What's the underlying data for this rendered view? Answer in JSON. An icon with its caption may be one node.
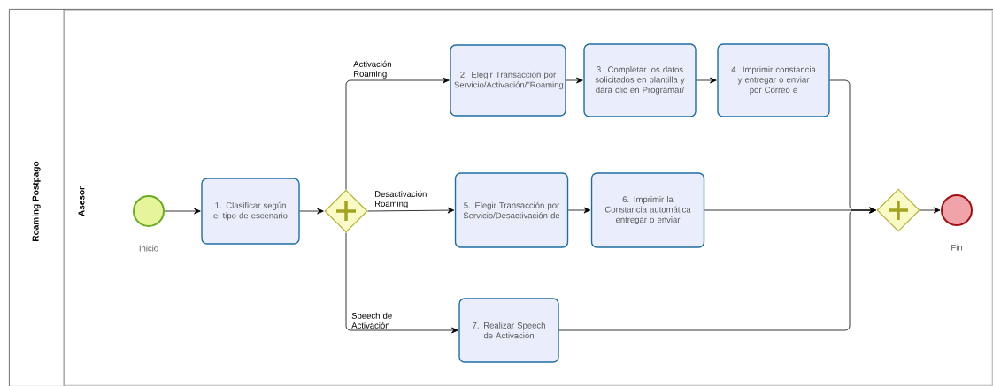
{
  "diagram": {
    "nodes": [
      {
        "text": [
          "Roaming Postpago"
        ]
      },
      {
        "text": [
          "Asesor"
        ],
        "in": 0
      },
      {
        "text": [],
        "shape": "circle",
        "beside": [
          "Inicio"
        ],
        "in": 1
      },
      {
        "text": [
          "1. Clasificar según el tipo de escenario"
        ],
        "in": 1
      },
      {
        "text": [],
        "shape": "diamond",
        "in": 1
      },
      {
        "text": [
          "2. Elegir Transacción por Servicio/Activación/\"Roaming"
        ],
        "in": 1
      },
      {
        "text": [
          "3. Completar los datos solicitados en plantilla y dara clic en Programar/"
        ],
        "in": 1
      },
      {
        "text": [
          "4. Imprimir constancia y entregar o enviar por Correo e"
        ],
        "in": 1
      },
      {
        "text": [
          "5. Elegir Transacción por Servicio/Desactivación de"
        ],
        "in": 1
      },
      {
        "text": [
          "6. Imprimir la Constancia automática entregar o enviar"
        ],
        "in": 1
      },
      {
        "text": [
          "7. Realizar Speech de Activación"
        ],
        "in": 1
      },
      {
        "text": [],
        "shape": "diamond",
        "in": 1
      },
      {
        "text": [],
        "shape": "circle",
        "beside": [
          "Fin"
        ],
        "in": 1
      }
    ],
    "edges": [
      {
        "from": 2,
        "to": 3,
        "arrow": "to"
      },
      {
        "from": 3,
        "to": 4,
        "arrow": "to"
      },
      {
        "from": 4,
        "to": 5,
        "arrow": "to",
        "label": "Activación Roaming"
      },
      {
        "from": 5,
        "to": 6,
        "arrow": "to"
      },
      {
        "from": 6,
        "to": 7,
        "arrow": "to"
      },
      {
        "from": 7,
        "to": 11,
        "arrow": "to"
      },
      {
        "from": 4,
        "to": 8,
        "arrow": "to",
        "label": "Desactivación Roaming"
      },
      {
        "from": 8,
        "to": 9,
        "arrow": "to"
      },
      {
        "from": 9,
        "to": 11,
        "arrow": "to"
      },
      {
        "from": 4,
        "to": 10,
        "arrow": "to",
        "label": "Speech de Activación"
      },
      {
        "from": 10,
        "to": 11,
        "arrow": "to"
      },
      {
        "from": 11,
        "to": 12,
        "arrow": "to"
      }
    ]
  }
}
